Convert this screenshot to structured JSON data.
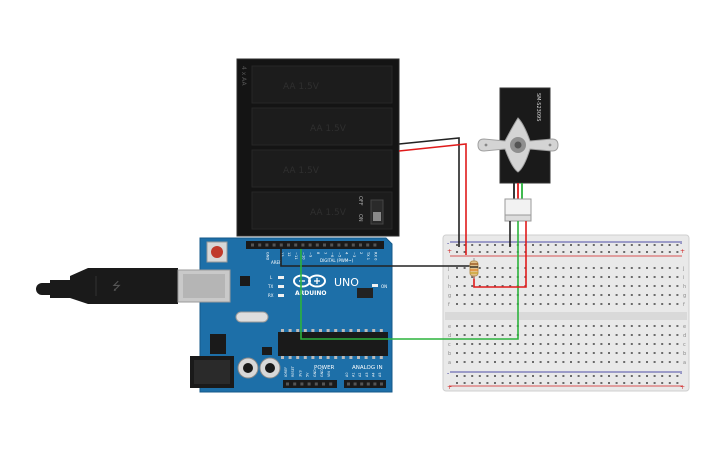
{
  "battery_pack": {
    "side_label": "4 x AA",
    "cell_label": "AA 1.5V",
    "switch_off": "OFF",
    "switch_on": "ON"
  },
  "servo": {
    "model": "SM-S2309S"
  },
  "arduino": {
    "brand": "ARDUINO",
    "model": "UNO",
    "aref": "AREF",
    "gnd": "GND",
    "digital_pins": [
      "13",
      "12",
      "~11",
      "~10",
      "~9",
      "8",
      "7",
      "~6",
      "~5",
      "4",
      "~3",
      "2",
      "TX 1",
      "RX 0"
    ],
    "digital_header": "DIGITAL (PWM~)",
    "led_l": "L",
    "led_tx": "TX",
    "led_rx": "RX",
    "led_on": "ON",
    "power_label": "POWER",
    "analog_label": "ANALOG IN",
    "power_pins": [
      "IOREF",
      "RESET",
      "3V3",
      "5V",
      "GND",
      "GND",
      "VIN"
    ],
    "analog_pins": [
      "A0",
      "A1",
      "A2",
      "A3",
      "A4",
      "A5"
    ]
  },
  "breadboard": {
    "plus": "+",
    "minus": "-",
    "top_rows": [
      "j",
      "i",
      "h",
      "g",
      "f"
    ],
    "bottom_rows": [
      "e",
      "d",
      "c",
      "b",
      "a"
    ]
  },
  "colors": {
    "wire_red": "#e01b1b",
    "wire_black": "#222222",
    "wire_green": "#2bb33c",
    "board_blue": "#1d6fa8",
    "battery_black": "#141414",
    "breadboard": "#e9e9e9"
  }
}
